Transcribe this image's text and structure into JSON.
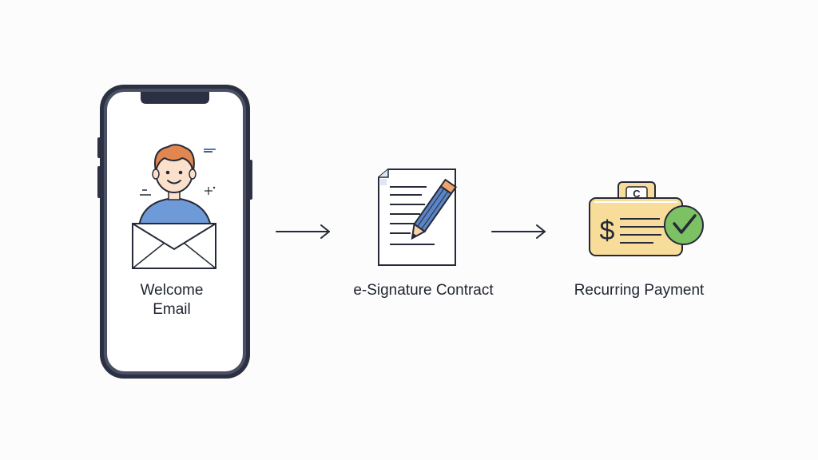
{
  "steps": [
    {
      "id": "welcome",
      "label_line1": "Welcome",
      "label_line2": "Email",
      "icon": "envelope-person-icon"
    },
    {
      "id": "contract",
      "label": "e-Signature Contract",
      "icon": "document-pencil-icon"
    },
    {
      "id": "payment",
      "label": "Recurring Payment",
      "icon": "dollar-card-check-icon"
    }
  ],
  "payment_tag_letter": "C",
  "colors": {
    "outline": "#262a38",
    "phone_frame": "#2b3042",
    "shirt_blue": "#6f9ad8",
    "hair": "#e2864f",
    "skin": "#fbe0cb",
    "card_yellow": "#f8dc9a",
    "check_green": "#7cc265",
    "pencil_blue": "#5b84c6",
    "pencil_tip": "#f0a36c",
    "accent_blue": "#4a78c8"
  }
}
